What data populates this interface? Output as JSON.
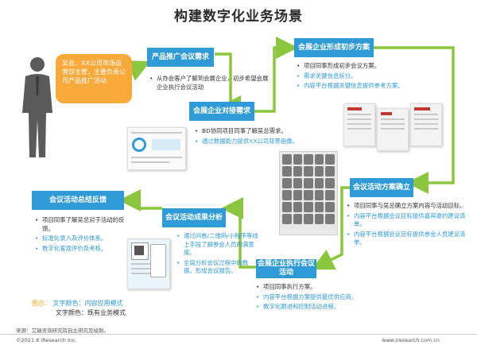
{
  "title": "构建数字化业务场景",
  "persona": {
    "text": "吴总，XX公司市场运营部主管，主要负责公司产品推广活动"
  },
  "steps": {
    "s1": {
      "label": "产品推广会议需求",
      "items": [
        {
          "text": "从办会客户了解到会展企业，初步希望会展企业执行会议活动",
          "kind": "plain"
        }
      ]
    },
    "s2": {
      "label": "会展企业对接需求",
      "items": [
        {
          "text": "BD协同项目同事了解吴总需求。",
          "kind": "plain"
        },
        {
          "text": "通过数据能力提供XX公司背景画像。",
          "kind": "app"
        }
      ]
    },
    "s3": {
      "label": "会展企业形成初步方案",
      "items": [
        {
          "text": "项目同事形成初步会议方案。",
          "kind": "plain"
        },
        {
          "text": "需求关键信息拆分。",
          "kind": "app"
        },
        {
          "text": "内容平台根据关键信息提供参考方案。",
          "kind": "app"
        }
      ]
    },
    "s4": {
      "label": "会议活动方案确立",
      "items": [
        {
          "text": "项目同事与吴总确立方案内容与活动目标。",
          "kind": "plain"
        },
        {
          "text": "内容平台根据会议目标提供嘉宾邀约建议清单。",
          "kind": "app"
        },
        {
          "text": "内容平台根据会议目标提供参会人员建议清单。",
          "kind": "app"
        }
      ]
    },
    "s5": {
      "label": "会展企业执行会议活动",
      "items": [
        {
          "text": "项目同事执行方案。",
          "kind": "plain"
        },
        {
          "text": "内容平台根据方案提供最优供应商。",
          "kind": "app"
        },
        {
          "text": "数字化跟进和控制活动进程。",
          "kind": "app"
        }
      ]
    },
    "s6": {
      "label": "会议活动成果分析",
      "items": [
        {
          "text": "通过问卷/二维码/小程序等线上手段了解参会人员的满意度。",
          "kind": "app"
        },
        {
          "text": "全局分析会议过程中的数据，形成会议报告。",
          "kind": "app"
        }
      ]
    },
    "s7": {
      "label": "会议活动总结反馈",
      "items": [
        {
          "text": "项目同事了解吴总对于活动的反馈。",
          "kind": "plain"
        },
        {
          "text": "标准化录入及评价体系。",
          "kind": "app"
        },
        {
          "text": "数字化客观评价及考核。",
          "kind": "app"
        }
      ]
    }
  },
  "legend": {
    "label": "图示：",
    "app_text": "文字颜色：内容应用模式",
    "plain_text": "文字颜色：既有业务模式"
  },
  "footer": {
    "source": "来源：艾瑞咨询研究院自主研究及绘制。",
    "copyright": "©2021.8 iResearch Inc.",
    "site": "www.iresearch.com.cn"
  },
  "colors": {
    "accent_blue": "#2e9ad6",
    "arrow_green": "#8cc63f",
    "callout_orange": "#f7a93a"
  }
}
